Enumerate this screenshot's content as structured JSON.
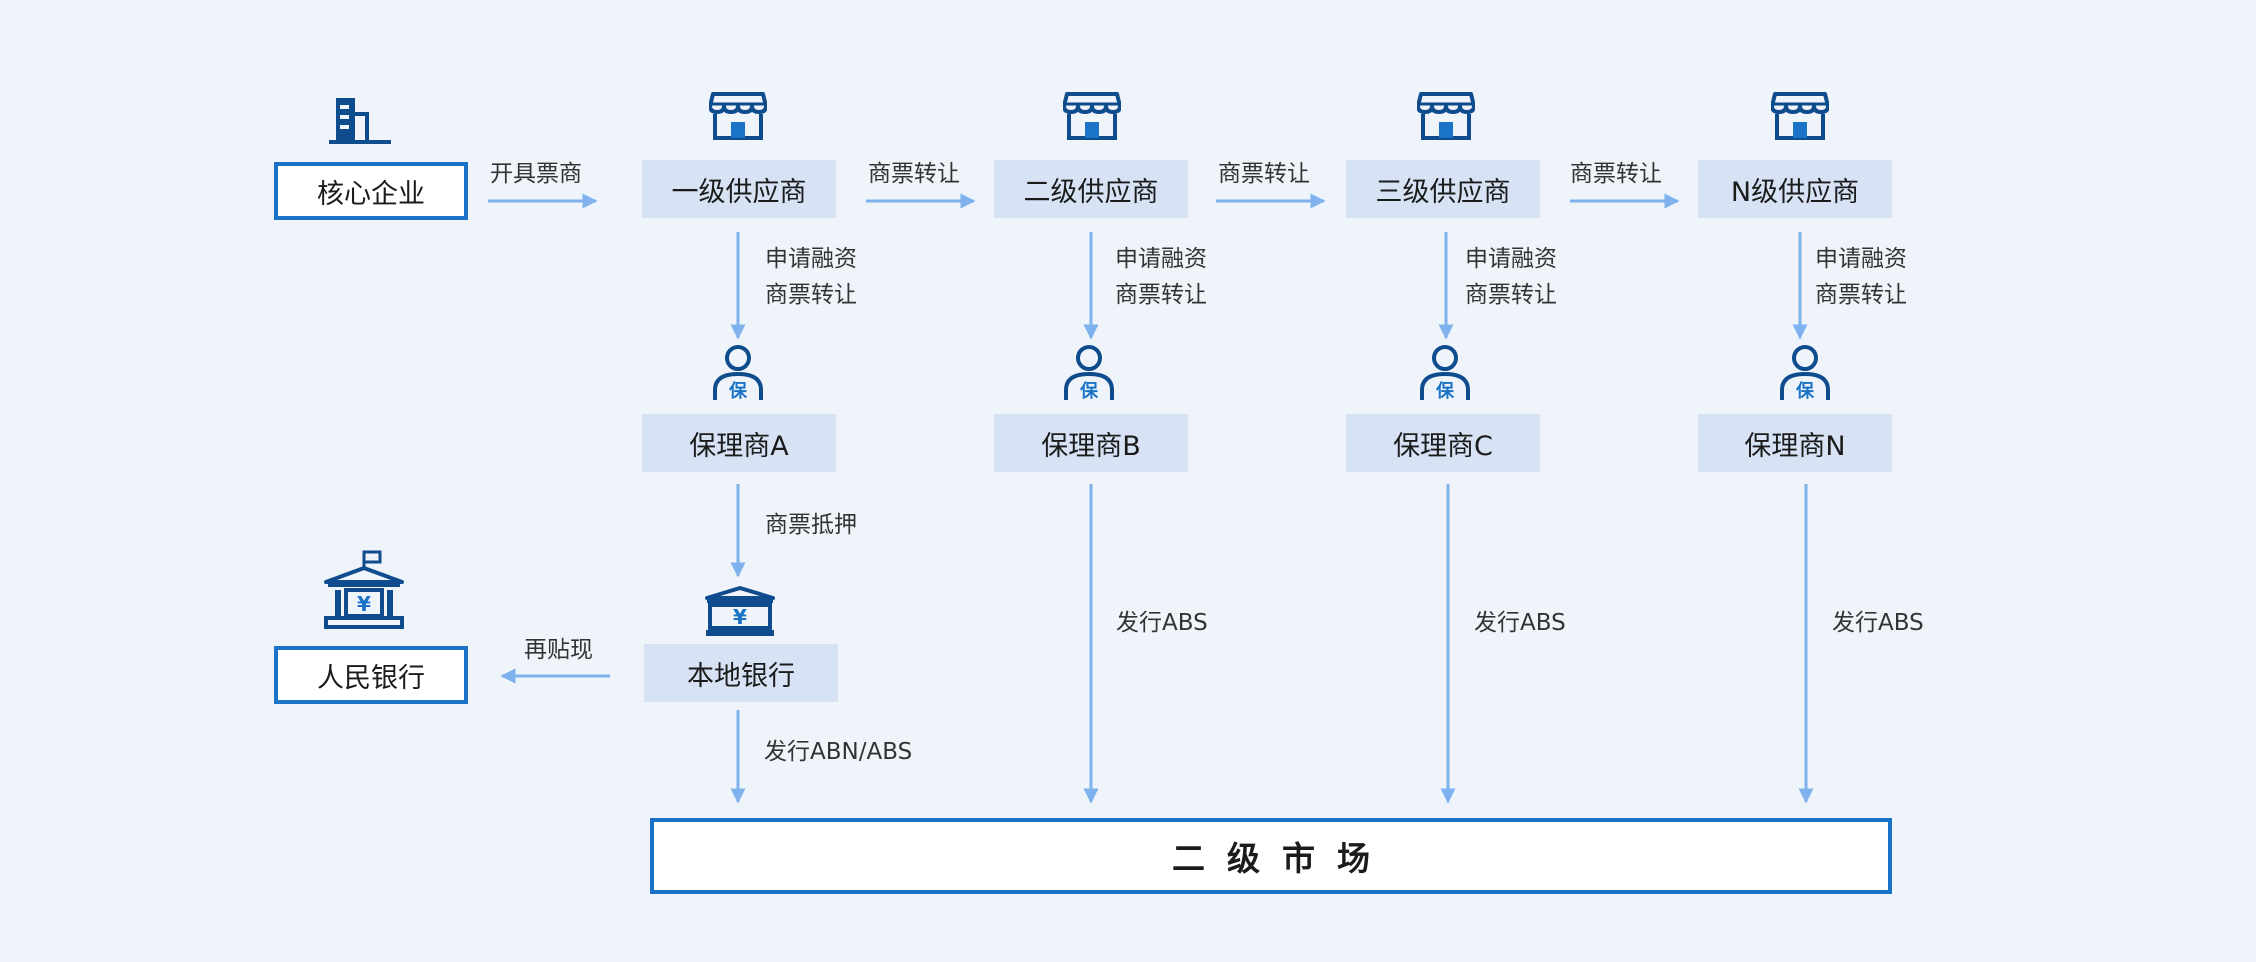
{
  "colors": {
    "background": "#eff4fb",
    "box_fill": "#d7e3f5",
    "outline_border": "#1a73c6",
    "arrow": "#7eb1ee",
    "icon_dark": "#0e4c8e",
    "icon_accent": "#1a73c6"
  },
  "nodes": {
    "core_enterprise": "核心企业",
    "supplier_1": "一级供应商",
    "supplier_2": "二级供应商",
    "supplier_3": "三级供应商",
    "supplier_n": "N级供应商",
    "factor_a": "保理商A",
    "factor_b": "保理商B",
    "factor_c": "保理商C",
    "factor_n": "保理商N",
    "local_bank": "本地银行",
    "central_bank": "人民银行",
    "secondary_market": "二级市场"
  },
  "labels": {
    "issue_bill": "开具票商",
    "transfer_1": "商票转让",
    "transfer_2": "商票转让",
    "transfer_3": "商票转让",
    "apply_financing_1": "申请融资",
    "bill_transfer_1": "商票转让",
    "apply_financing_2": "申请融资",
    "bill_transfer_2": "商票转让",
    "apply_financing_3": "申请融资",
    "bill_transfer_3": "商票转让",
    "apply_financing_n": "申请融资",
    "bill_transfer_n": "商票转让",
    "bill_pledge": "商票抵押",
    "rediscount": "再贴现",
    "issue_abn_abs": "发行ABN/ABS",
    "issue_abs_b": "发行ABS",
    "issue_abs_c": "发行ABS",
    "issue_abs_n": "发行ABS"
  },
  "icons": {
    "core_enterprise": "office-building-icon",
    "supplier": "storefront-icon",
    "factor": "person-badge-icon",
    "factor_badge_text": "保",
    "bank": "bank-yuan-icon",
    "bank_symbol": "¥"
  }
}
